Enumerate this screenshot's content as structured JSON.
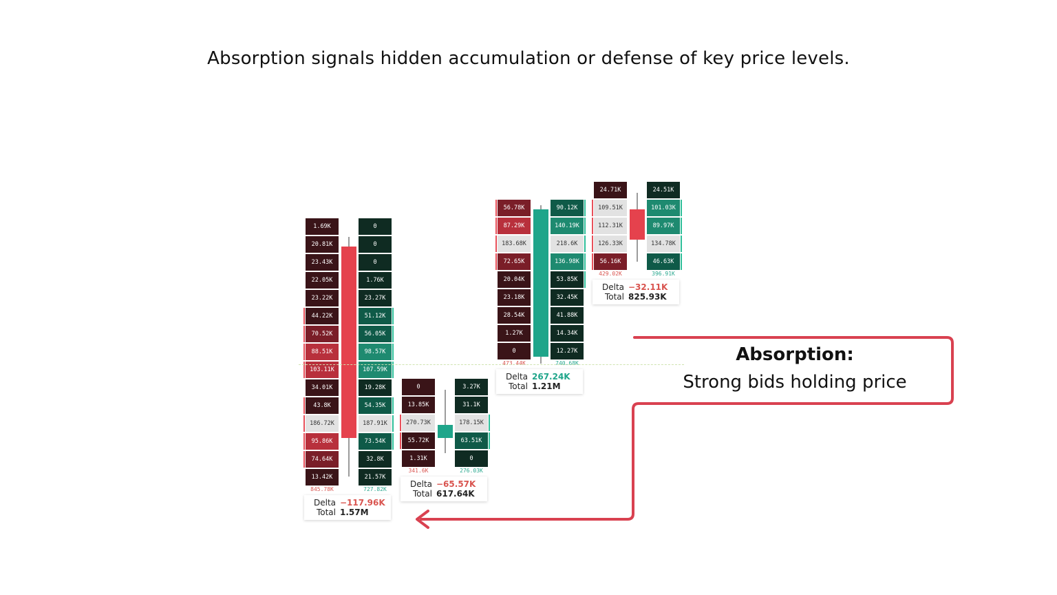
{
  "headline": "Absorption signals hidden accumulation or defense of key price levels.",
  "callout": {
    "title": "Absorption:",
    "subtitle": "Strong bids holding price"
  },
  "colors": {
    "sell_dark": "#3a1418",
    "sell_mid": "#7a1e28",
    "sell_strong": "#b8303c",
    "sell_light": "#e8505a",
    "buy_dark": "#0f2b22",
    "buy_mid": "#0f5a48",
    "buy_strong": "#1e8a70",
    "buy_light": "#2fbf9a",
    "neutral": "#e2e2e2",
    "candle_red": "#e5424d",
    "candle_green": "#1fa58a",
    "arrow": "#d94150",
    "sell_text": "#d9544f",
    "buy_text": "#2aa88f"
  },
  "footprints": [
    {
      "bids": [
        "1.69K",
        "20.81K",
        "23.43K",
        "22.05K",
        "23.22K",
        "44.22K",
        "70.52K",
        "88.51K",
        "103.11K",
        "34.01K",
        "43.8K",
        "186.72K",
        "95.86K",
        "74.64K",
        "13.42K"
      ],
      "asks": [
        "0",
        "0",
        "0",
        "1.76K",
        "23.27K",
        "51.12K",
        "56.05K",
        "98.57K",
        "107.59K",
        "19.28K",
        "54.35K",
        "187.91K",
        "73.54K",
        "32.8K",
        "21.57K"
      ],
      "bid_total": "845.78K",
      "ask_total": "727.82K",
      "delta_label": "Delta",
      "delta": "−117.96K",
      "total_label": "Total",
      "total": "1.57M",
      "candle": "bearish"
    },
    {
      "bids": [
        "0",
        "13.85K",
        "270.73K",
        "55.72K",
        "1.31K"
      ],
      "asks": [
        "3.27K",
        "31.1K",
        "178.15K",
        "63.51K",
        "0"
      ],
      "bid_total": "341.6K",
      "ask_total": "276.03K",
      "delta_label": "Delta",
      "delta": "−65.57K",
      "total_label": "Total",
      "total": "617.64K",
      "candle": "bullish"
    },
    {
      "bids": [
        "56.78K",
        "87.29K",
        "183.68K",
        "72.65K",
        "20.04K",
        "23.18K",
        "28.54K",
        "1.27K",
        "0"
      ],
      "asks": [
        "90.12K",
        "140.19K",
        "218.6K",
        "136.98K",
        "53.85K",
        "32.45K",
        "41.88K",
        "14.34K",
        "12.27K"
      ],
      "bid_total": "473.44K",
      "ask_total": "740.68K",
      "delta_label": "Delta",
      "delta": "267.24K",
      "total_label": "Total",
      "total": "1.21M",
      "candle": "bullish"
    },
    {
      "bids": [
        "24.71K",
        "109.51K",
        "112.31K",
        "126.33K",
        "56.16K"
      ],
      "asks": [
        "24.51K",
        "101.03K",
        "89.97K",
        "134.78K",
        "46.63K"
      ],
      "bid_total": "429.02K",
      "ask_total": "396.91K",
      "delta_label": "Delta",
      "delta": "−32.11K",
      "total_label": "Total",
      "total": "825.93K",
      "candle": "bearish"
    }
  ]
}
